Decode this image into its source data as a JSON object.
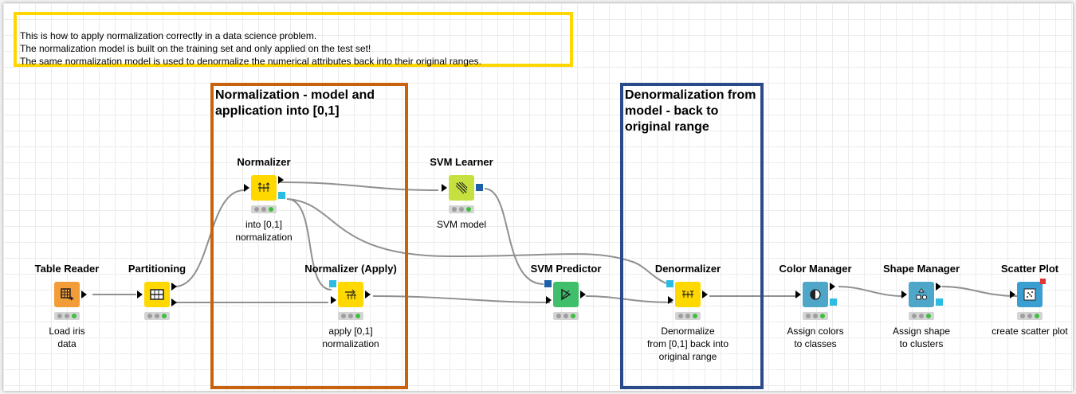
{
  "annotation": {
    "lines": "This is how to apply normalization correctly in a  data science  problem.\nThe normalization model is built on the training set and only applied on the test set!\nThe same normalization model is used to denormalize the numerical attributes back into their original ranges.",
    "border_color": "#ffd700"
  },
  "frames": {
    "normalization": {
      "title": "Normalization - model and\napplication into [0,1]",
      "border_color": "#c8620c"
    },
    "denormalization": {
      "title": "Denormalization from\nmodel - back to\noriginal range",
      "border_color": "#2a4a8c"
    }
  },
  "nodes": {
    "table_reader": {
      "title": "Table Reader",
      "description": "Load iris\ndata",
      "color": "#f29d38",
      "icon": "table-icon"
    },
    "partitioning": {
      "title": "Partitioning",
      "description": "",
      "color": "#ffd800",
      "icon": "partition-icon"
    },
    "normalizer": {
      "title": "Normalizer",
      "description": "into [0,1]\nnormalization",
      "color": "#ffd800",
      "icon": "normalizer-icon"
    },
    "normalizer_apply": {
      "title": "Normalizer (Apply)",
      "description": "apply [0,1]\nnormalization",
      "color": "#ffd800",
      "icon": "normalizer-apply-icon"
    },
    "svm_learner": {
      "title": "SVM Learner",
      "description": "SVM model",
      "color": "#c6e040",
      "icon": "svm-learner-icon"
    },
    "svm_predictor": {
      "title": "SVM Predictor",
      "description": "",
      "color": "#3fbf6c",
      "icon": "svm-predictor-icon"
    },
    "denormalizer": {
      "title": "Denormalizer",
      "description": "Denormalize\nfrom [0,1] back into\noriginal range",
      "color": "#ffd800",
      "icon": "denormalizer-icon"
    },
    "color_manager": {
      "title": "Color Manager",
      "description": "Assign colors\nto classes",
      "color": "#4ea7c9",
      "icon": "color-icon"
    },
    "shape_manager": {
      "title": "Shape Manager",
      "description": "Assign shape\nto clusters",
      "color": "#4ea7c9",
      "icon": "shape-icon"
    },
    "scatter_plot": {
      "title": "Scatter Plot",
      "description": "create scatter plot",
      "color": "#3a9ed0",
      "icon": "scatter-icon"
    }
  },
  "colors": {
    "connection": "#909090",
    "model_port": "#1d5fa8",
    "normalizer_port": "#2bbce3",
    "status_green": "#3fbf3f",
    "flow_var_port": "#e33333"
  }
}
